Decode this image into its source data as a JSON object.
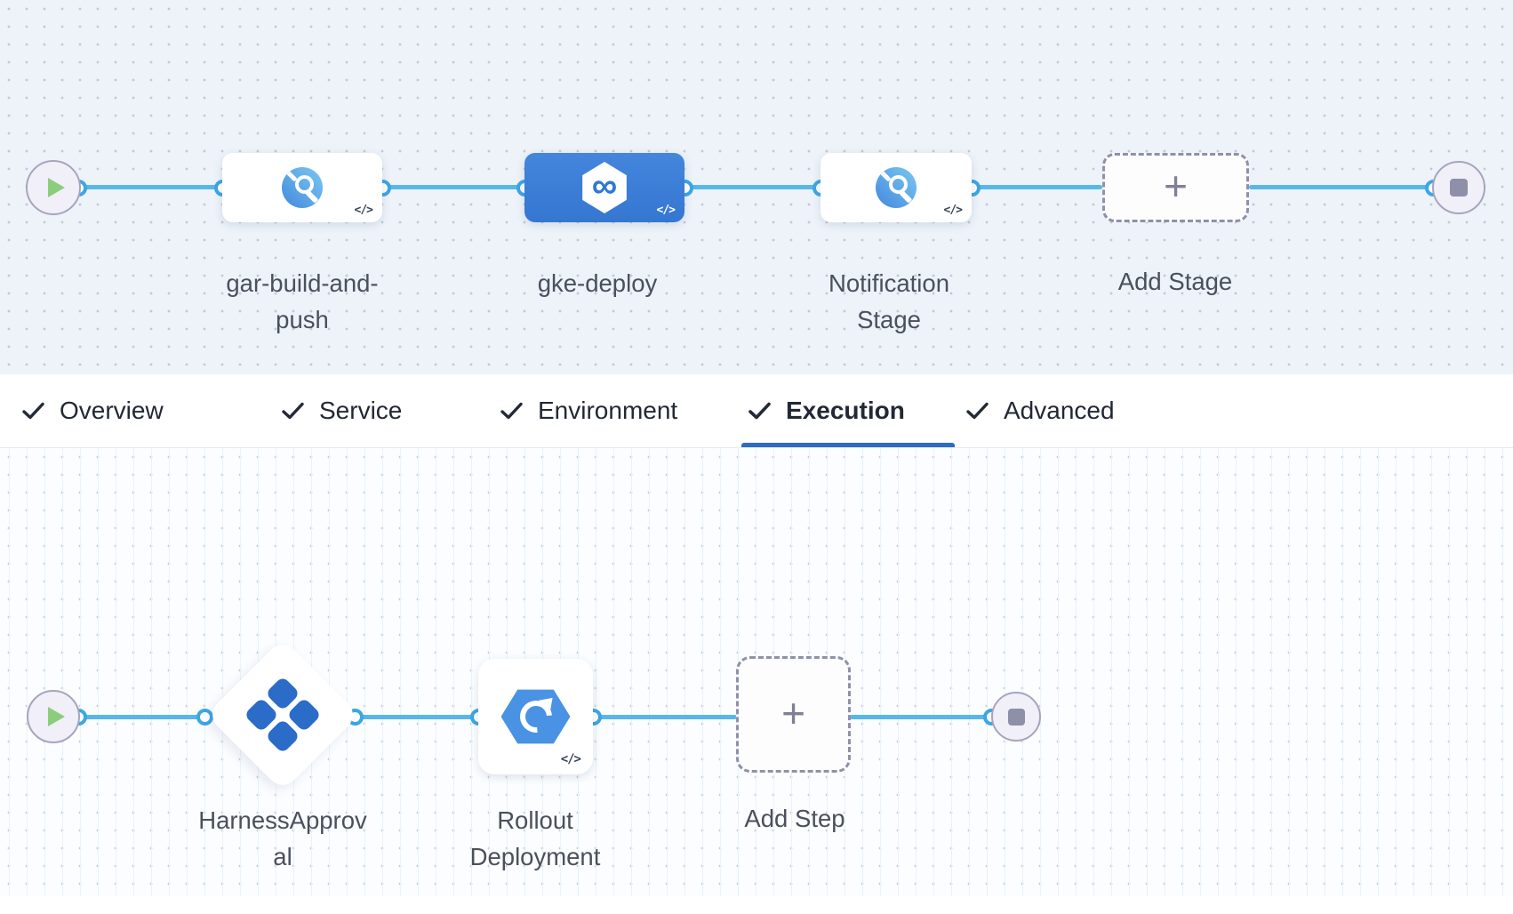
{
  "colors": {
    "top_background": "#edf3f9",
    "bottom_background": "#fbfdff",
    "connector_line": "#57b7ea",
    "connector_dot_border": "#3ea6e4",
    "selected_stage": "#3d7ed8",
    "tab_underline": "#2e6bc5",
    "approval_icon_blue": "#2b6cc9",
    "rollout_icon_blue": "#4a92e4"
  },
  "glyphs": {
    "code": "</>",
    "plus": "+",
    "infinity": "∞"
  },
  "stage_pipeline": {
    "start_node": {
      "icon": "play"
    },
    "end_node": {
      "icon": "stop"
    },
    "stages": [
      {
        "label": "gar-build-and-push",
        "icon": "ci-build-stage",
        "selected": false
      },
      {
        "label": "gke-deploy",
        "icon": "deploy-hexagon-infinity",
        "selected": true
      },
      {
        "label": "Notification Stage",
        "icon": "custom-stage",
        "selected": false
      }
    ],
    "add_stage": {
      "label": "Add Stage"
    }
  },
  "tab_bar": {
    "tabs": [
      {
        "label": "Overview",
        "checked": true,
        "active": false
      },
      {
        "label": "Service",
        "checked": true,
        "active": false
      },
      {
        "label": "Environment",
        "checked": true,
        "active": false
      },
      {
        "label": "Execution",
        "checked": true,
        "active": true
      },
      {
        "label": "Advanced",
        "checked": true,
        "active": false
      }
    ]
  },
  "execution_flow": {
    "start_node": {
      "icon": "play"
    },
    "end_node": {
      "icon": "stop"
    },
    "steps": [
      {
        "label": "HarnessApproval",
        "icon": "harness-approval",
        "shape": "diamond"
      },
      {
        "label": "Rollout Deployment",
        "icon": "rollout-deployment",
        "shape": "rounded-square"
      }
    ],
    "add_step": {
      "label": "Add Step"
    }
  }
}
